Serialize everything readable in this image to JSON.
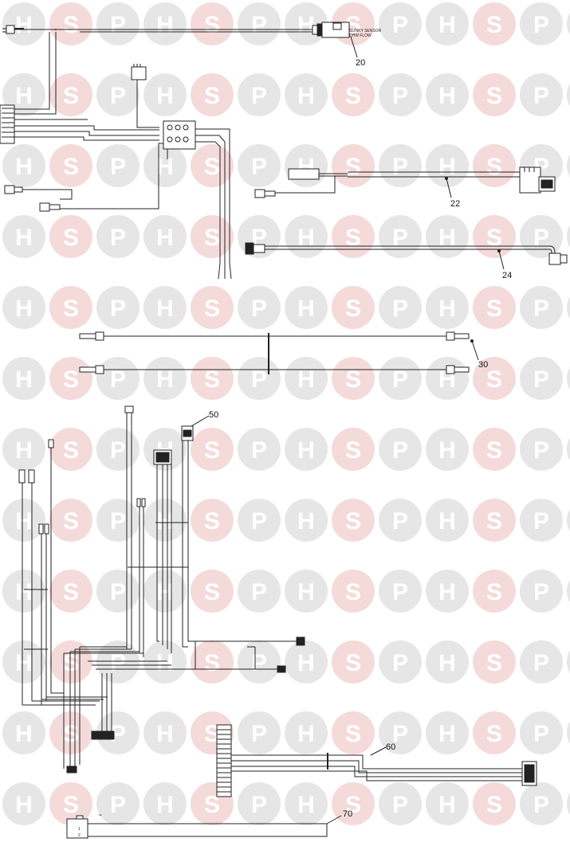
{
  "watermark": {
    "letters": [
      "H",
      "S",
      "P"
    ],
    "circle_color": "#e6e6e6",
    "accent_circle_color": "#f5dada",
    "letter_color": "#ffffff"
  },
  "parts": [
    {
      "id": "20",
      "label": "20"
    },
    {
      "id": "22",
      "label": "22"
    },
    {
      "id": "24",
      "label": "24"
    },
    {
      "id": "30",
      "label": "30"
    },
    {
      "id": "50",
      "label": "50"
    },
    {
      "id": "60",
      "label": "60"
    },
    {
      "id": "70",
      "label": "70"
    }
  ],
  "connector_20_text": [
    "SLINKY SENSOR",
    "DHW FLOW"
  ],
  "connector_70_text": [
    "1",
    "2"
  ],
  "connector_70_mark": "-",
  "colors": {
    "wire": "#222222",
    "background": "#ffffff"
  }
}
